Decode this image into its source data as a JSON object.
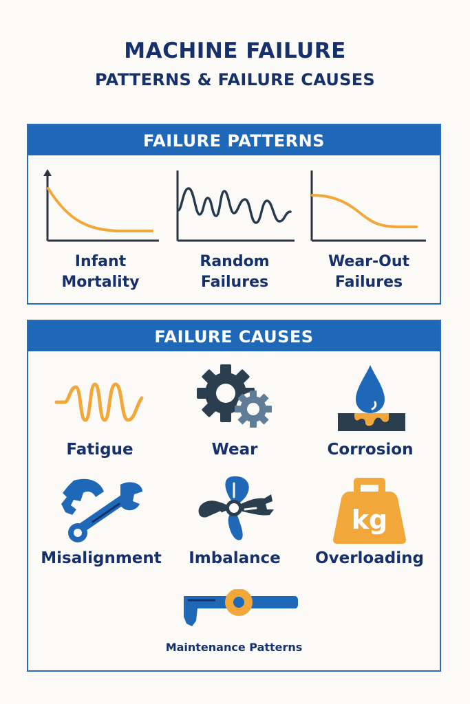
{
  "header": {
    "title": "MACHINE FAILURE",
    "subtitle": "PATTERNS & FAILURE CAUSES"
  },
  "failure_patterns": {
    "heading": "FAILURE PATTERNS",
    "items": [
      {
        "label_line1": "Infant",
        "label_line2": "Mortality",
        "icon": "decreasing-curve-chart",
        "curve_color": "#f2a73b"
      },
      {
        "label_line1": "Random",
        "label_line2": "Failures",
        "icon": "random-wave-chart",
        "curve_color": "#263a4f"
      },
      {
        "label_line1": "Wear-Out",
        "label_line2": "Failures",
        "icon": "s-curve-chart",
        "curve_color": "#f2a73b"
      }
    ]
  },
  "failure_causes": {
    "heading": "FAILURE CAUSES",
    "items": [
      {
        "label": "Fatigue",
        "icon": "wave-icon"
      },
      {
        "label": "Wear",
        "icon": "gears-icon"
      },
      {
        "label": "Corrosion",
        "icon": "water-drop-icon"
      },
      {
        "label": "Misalignment",
        "icon": "wrench-gear-icon"
      },
      {
        "label": "Imbalance",
        "icon": "propeller-icon"
      },
      {
        "label": "Overloading",
        "icon": "kg-weight-icon",
        "icon_text": "kg"
      }
    ],
    "footer": {
      "label": "Maintenance Patterns",
      "icon": "pipe-valve-icon"
    }
  },
  "colors": {
    "navy_text": "#16306b",
    "header_blue": "#1f68b8",
    "orange": "#f2a73b",
    "dark_slate": "#2b3e50",
    "steel_blue": "#607d97",
    "background": "#fbfaf6"
  }
}
